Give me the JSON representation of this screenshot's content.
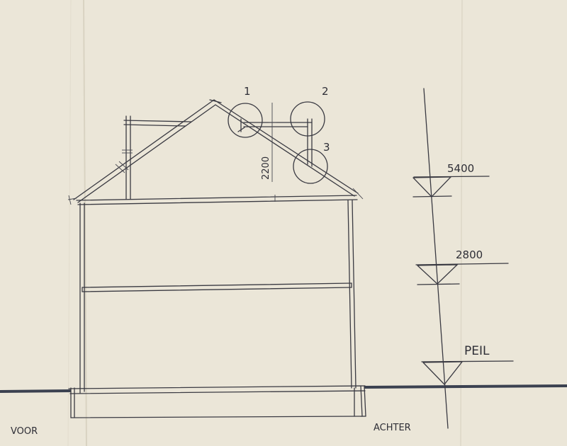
{
  "drawing": {
    "detail_markers": [
      "1",
      "2",
      "3"
    ],
    "roof_dimension": "2200",
    "levels": [
      "5400",
      "2800",
      "PEIL"
    ],
    "side_front": "VOOR",
    "side_back": "ACHTER"
  },
  "colors": {
    "paper": "#ebe6d8",
    "ink": "#3a3a42",
    "ground_line": "#3b4150"
  }
}
